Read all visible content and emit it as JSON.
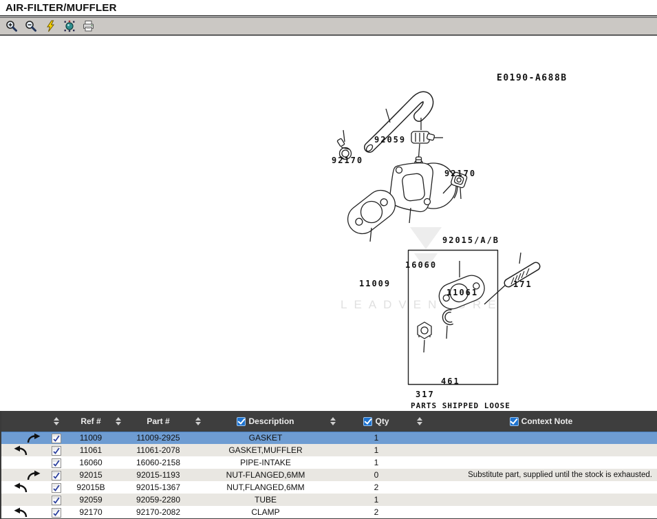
{
  "window": {
    "title": "AIR-FILTER/MUFFLER"
  },
  "toolbar": {
    "icons": [
      "zoom-in",
      "zoom-out",
      "lightning-hotspots",
      "hotspot-select",
      "print"
    ]
  },
  "diagram": {
    "code": "E0190-A688B",
    "watermark": "LEADVENTURE",
    "shipped_loose_label": "PARTS SHIPPED LOOSE",
    "labels": [
      {
        "text": "92059"
      },
      {
        "text": "92170"
      },
      {
        "text": "92170"
      },
      {
        "text": "92015/A/B"
      },
      {
        "text": "16060"
      },
      {
        "text": "11009"
      },
      {
        "text": "11061"
      },
      {
        "text": "171"
      },
      {
        "text": "461"
      },
      {
        "text": "317"
      }
    ]
  },
  "table": {
    "headers": {
      "ref": "Ref #",
      "part": "Part #",
      "description": "Description",
      "qty": "Qty",
      "context": "Context Note"
    },
    "rows": [
      {
        "ref": "11009",
        "part": "11009-2925",
        "description": "GASKET",
        "qty": "1",
        "context": "",
        "arrow": "redo",
        "selected": true
      },
      {
        "ref": "11061",
        "part": "11061-2078",
        "description": "GASKET,MUFFLER",
        "qty": "1",
        "context": "",
        "arrow": "undo",
        "selected": false
      },
      {
        "ref": "16060",
        "part": "16060-2158",
        "description": "PIPE-INTAKE",
        "qty": "1",
        "context": "",
        "arrow": "none",
        "selected": false
      },
      {
        "ref": "92015",
        "part": "92015-1193",
        "description": "NUT-FLANGED,6MM",
        "qty": "0",
        "context": "Substitute part, supplied until the stock is exhausted.",
        "arrow": "redo",
        "selected": false
      },
      {
        "ref": "92015B",
        "part": "92015-1367",
        "description": "NUT,FLANGED,6MM",
        "qty": "2",
        "context": "",
        "arrow": "undo",
        "selected": false
      },
      {
        "ref": "92059",
        "part": "92059-2280",
        "description": "TUBE",
        "qty": "1",
        "context": "",
        "arrow": "none",
        "selected": false
      },
      {
        "ref": "92170",
        "part": "92170-2082",
        "description": "CLAMP",
        "qty": "2",
        "context": "",
        "arrow": "undo",
        "selected": false
      }
    ],
    "colors": {
      "selected_row": "#6e9cd2",
      "stripe_row": "#e9e7e2",
      "header_bg": "#3e3e3e",
      "checkbox_blue": "#1e73cf"
    }
  }
}
